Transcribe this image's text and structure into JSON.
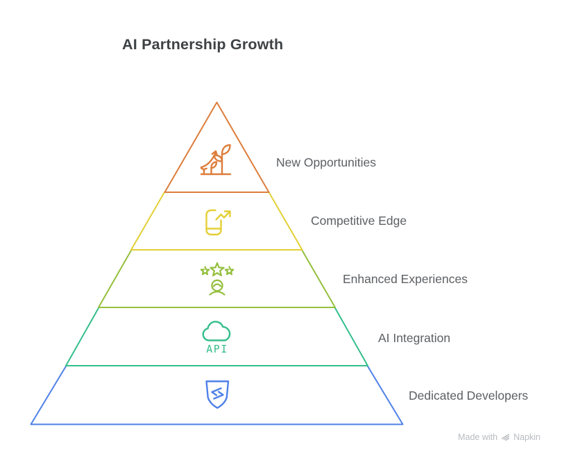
{
  "title": "AI Partnership Growth",
  "levels": [
    {
      "label": "New Opportunities",
      "color": "#DD7D3B",
      "icon": "growth-plant-icon"
    },
    {
      "label": "Competitive Edge",
      "color": "#E3CF35",
      "icon": "phone-trend-icon"
    },
    {
      "label": "Enhanced Experiences",
      "color": "#94BF3D",
      "icon": "customer-stars-icon"
    },
    {
      "label": "AI Integration",
      "color": "#33BE8B",
      "icon": "cloud-api-icon"
    },
    {
      "label": "Dedicated Developers",
      "color": "#4E80E8",
      "icon": "code-shield-icon"
    }
  ],
  "icons": {
    "api_label": "API"
  },
  "watermark": {
    "prefix": "Made with",
    "brand": "Napkin"
  },
  "canvas": {
    "background": "#FFFFFF",
    "title_color": "#3E4245",
    "label_color": "#5C5F63",
    "watermark_color": "#B8BBBF"
  }
}
